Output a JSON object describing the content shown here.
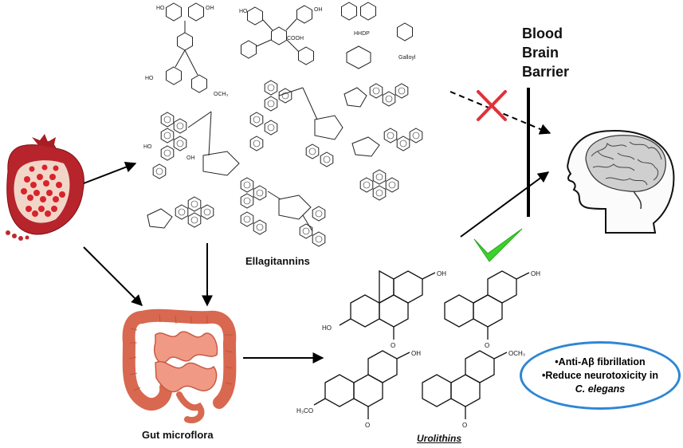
{
  "labels": {
    "ellagitannins": "Ellagitannins",
    "gut_microflora": "Gut microflora",
    "urolithins": "Urolithins",
    "bbb_line1": "Blood",
    "bbb_line2": "Brain",
    "bbb_line3": "Barrier"
  },
  "effects": {
    "item1": "•Anti-Aβ fibrillation",
    "item2": "•Reduce neurotoxicity in",
    "item3": "C. elegans"
  },
  "structure_labels": {
    "hhdp": "HHDP",
    "galloyl": "Galloyl",
    "oh": "OH",
    "och3": "OCH₃",
    "h3co": "H₃CO",
    "o": "O",
    "ho": "HO"
  },
  "colors": {
    "cross": "#e0313a",
    "check": "#3dd12b",
    "ellipse_border": "#2f86d4",
    "pomegranate": "#c2272d",
    "intestine": "#e8826b"
  },
  "icons": [
    "pomegranate-icon",
    "intestine-icon",
    "head-brain-icon",
    "red-cross-icon",
    "green-check-icon"
  ]
}
